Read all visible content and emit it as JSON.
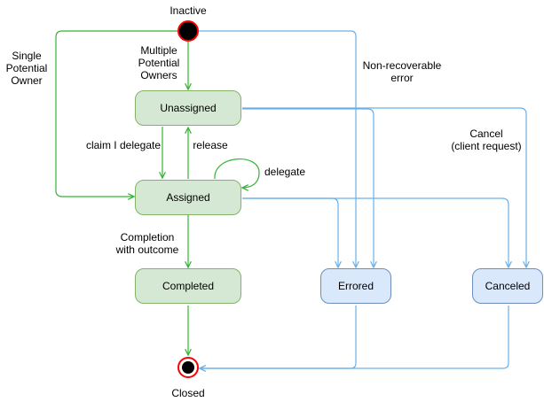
{
  "colors": {
    "green_edge": "#33b533",
    "blue_edge": "#6ab0e8",
    "green_fill": "#d5e8d4",
    "green_stroke": "#82b366",
    "blue_fill": "#dae8fc",
    "blue_stroke": "#6c8ebf",
    "node_ring": "#ff0000"
  },
  "pseudo_states": {
    "initial_label": "Inactive",
    "final_label": "Closed"
  },
  "states": {
    "unassigned": "Unassigned",
    "assigned": "Assigned",
    "completed": "Completed",
    "errored": "Errored",
    "canceled": "Canceled"
  },
  "transitions": {
    "single_owner": "Single\nPotential\nOwner",
    "multiple_owners": "Multiple\nPotential\nOwners",
    "non_recoverable": "Non-recoverable\nerror",
    "cancel": "Cancel\n(client request)",
    "claim_delegate": "claim I delegate",
    "release": "release",
    "delegate": "delegate",
    "completion": "Completion\nwith outcome"
  }
}
